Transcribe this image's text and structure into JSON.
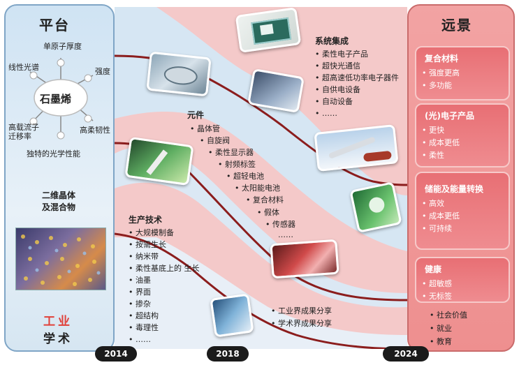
{
  "left_panel": {
    "title": "平台",
    "center": "石墨烯",
    "properties": [
      "单原子厚度",
      "强度",
      "高柔韧性",
      "独特的光学性能",
      "高载流子\n迁移率",
      "线性光谱"
    ],
    "hybrid_label_line1": "二维晶体",
    "hybrid_label_line2": "及混合物",
    "industry": "工业",
    "academia": "学术"
  },
  "right_panel": {
    "title": "远景",
    "cards": [
      {
        "heading": "复合材料",
        "items": [
          "强度更高",
          "多功能"
        ]
      },
      {
        "heading": "(光)电子产品",
        "items": [
          "更快",
          "成本更低",
          "柔性"
        ]
      },
      {
        "heading": "储能及能量转换",
        "items": [
          "高效",
          "成本更低",
          "可持续"
        ]
      },
      {
        "heading": "健康",
        "items": [
          "超敏感",
          "无标签"
        ]
      }
    ],
    "footer_items": [
      "社会价值",
      "就业",
      "教育"
    ]
  },
  "system_integration": {
    "title": "系统集成",
    "items": [
      "柔性电子产品",
      "超快光通信",
      "超高速低功率电子器件",
      "自供电设备",
      "自动设备",
      "……"
    ]
  },
  "components": {
    "title": "元件",
    "items": [
      "晶体管",
      "自旋阀",
      "柔性显示器",
      "射频标签",
      "超轻电池",
      "太阳能电池",
      "复合材料",
      "假体",
      "传感器",
      "……"
    ]
  },
  "production": {
    "title": "生产技术",
    "items": [
      "大规模制备",
      "按需生长",
      "纳米带",
      "柔性基底上的 生长",
      "油墨",
      "界面",
      "掺杂",
      "超结构",
      "毒理性",
      "……"
    ]
  },
  "sharing": {
    "items": [
      "工业界成果分享",
      "学术界成果分享"
    ]
  },
  "timeline": {
    "years": [
      "2014",
      "2018",
      "2024"
    ]
  },
  "colors": {
    "accent_red": "#e86f74",
    "band_red": "#ef9a9a",
    "band_blue": "#c9ddef",
    "dark_line": "#8b1d1d",
    "industry_red": "#e0403a"
  }
}
